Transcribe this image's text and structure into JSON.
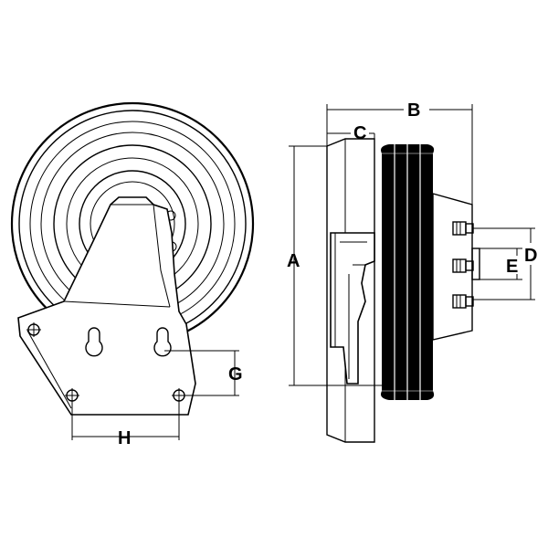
{
  "labels": {
    "a": "A",
    "b": "B",
    "c": "C",
    "d": "D",
    "e": "E",
    "g": "G",
    "h": "H"
  },
  "colors": {
    "line": "#000000",
    "background": "#ffffff"
  }
}
